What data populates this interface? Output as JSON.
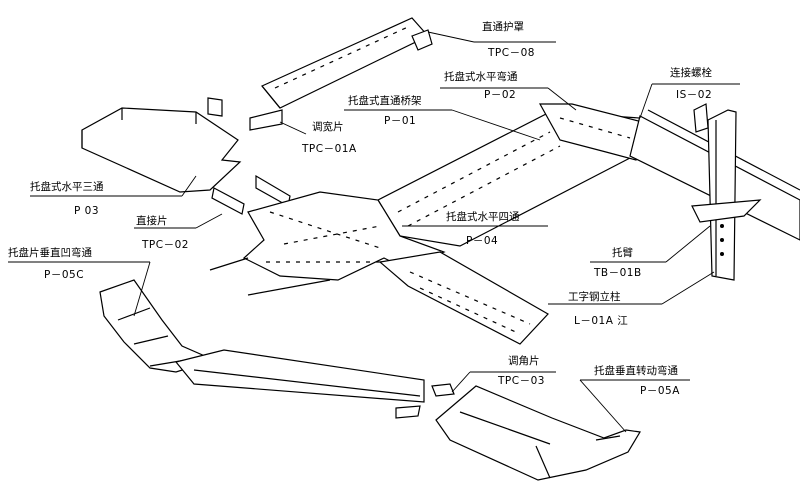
{
  "labels": {
    "cover": {
      "name": "直通护罩",
      "code": "TPC－08"
    },
    "h_elbow": {
      "name": "托盘式水平弯通",
      "code": "P－02"
    },
    "bolt": {
      "name": "连接螺栓",
      "code": "IS－02"
    },
    "straight": {
      "name": "托盘式直通桥架",
      "code": "P－01"
    },
    "adj_width": {
      "name": "调宽片",
      "code": "TPC－01A"
    },
    "tee": {
      "name": "托盘式水平三通",
      "code": "P  03"
    },
    "splice": {
      "name": "直接片",
      "code": "TPC－02"
    },
    "cross": {
      "name": "托盘式水平四通",
      "code": "P－04"
    },
    "concave": {
      "name": "托盘片垂直凹弯通",
      "code": "P－05C"
    },
    "arm": {
      "name": "托臂",
      "code": "TB－01B"
    },
    "column": {
      "name": "工字钢立柱",
      "code": "L－01A 江"
    },
    "adj_angle": {
      "name": "调角片",
      "code": "TPC－03"
    },
    "v_turn": {
      "name": "托盘垂直转动弯通",
      "code": "P－05A"
    }
  }
}
